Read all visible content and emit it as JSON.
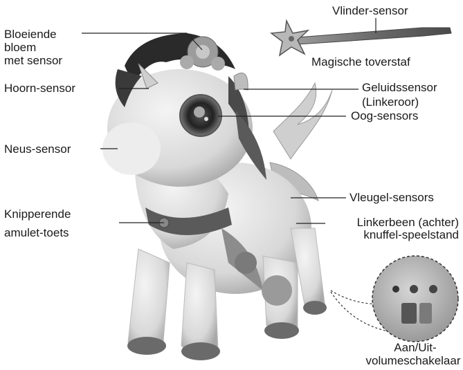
{
  "labels": {
    "vlinder_sensor": "Vlinder-sensor",
    "magische_toverstaf": "Magische toverstaf",
    "bloeiende_bloem_1": "Bloeiende",
    "bloeiende_bloem_2": "bloem",
    "bloeiende_bloem_3": "met sensor",
    "hoorn_sensor": "Hoorn-sensor",
    "geluidssensor_1": "Geluidssensor",
    "geluidssensor_2": "(Linkeroor)",
    "oog_sensors": "Oog-sensors",
    "neus_sensor": "Neus-sensor",
    "vleugel_sensors": "Vleugel-sensors",
    "knipperende_1": "Knipperende",
    "knipperende_2": "amulet-toets",
    "linkerbeen_1": "Linkerbeen (achter)",
    "linkerbeen_2": "knuffel-speelstand",
    "aan_uit_1": "Aan/Uit-",
    "aan_uit_2": "volumeschakelaar"
  },
  "colors": {
    "body": "#e6e6e6",
    "dark": "#3a3a3a",
    "mid": "#8a8a8a",
    "line": "#222222"
  }
}
